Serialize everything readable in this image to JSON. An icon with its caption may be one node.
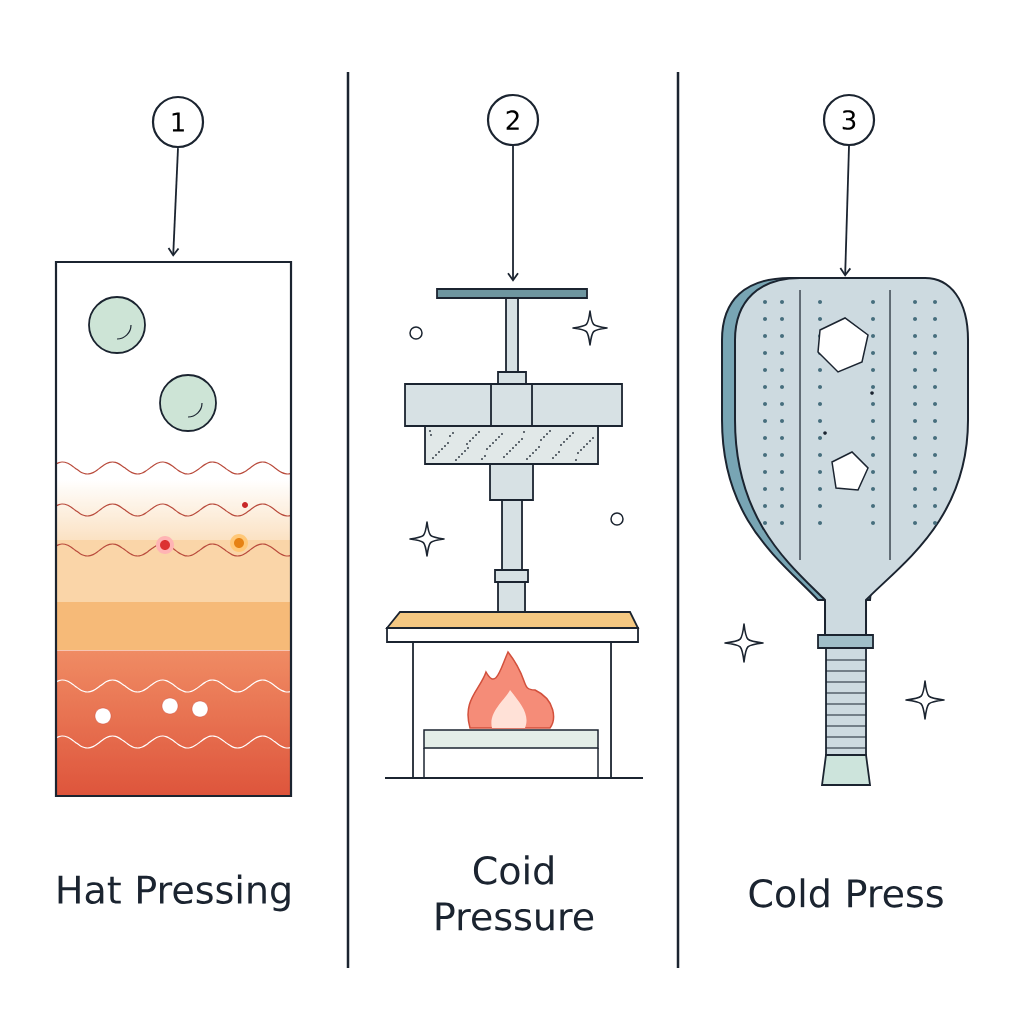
{
  "diagram": {
    "nodes": [
      {
        "text": [
          "1"
        ]
      },
      {
        "text": [],
        "shape": "picture"
      },
      {
        "text": [
          "2"
        ]
      },
      {
        "text": [],
        "shape": "picture"
      },
      {
        "text": [
          "3"
        ]
      },
      {
        "text": [],
        "shape": "picture"
      }
    ],
    "edges": [
      {
        "from": 0,
        "to": 1,
        "arrow": "to"
      },
      {
        "from": 2,
        "to": 3,
        "arrow": "to"
      },
      {
        "from": 4,
        "to": 5,
        "arrow": "to"
      }
    ],
    "labels": [
      "Hat Pressing",
      "Coid Pressure",
      "Cold Press"
    ]
  }
}
